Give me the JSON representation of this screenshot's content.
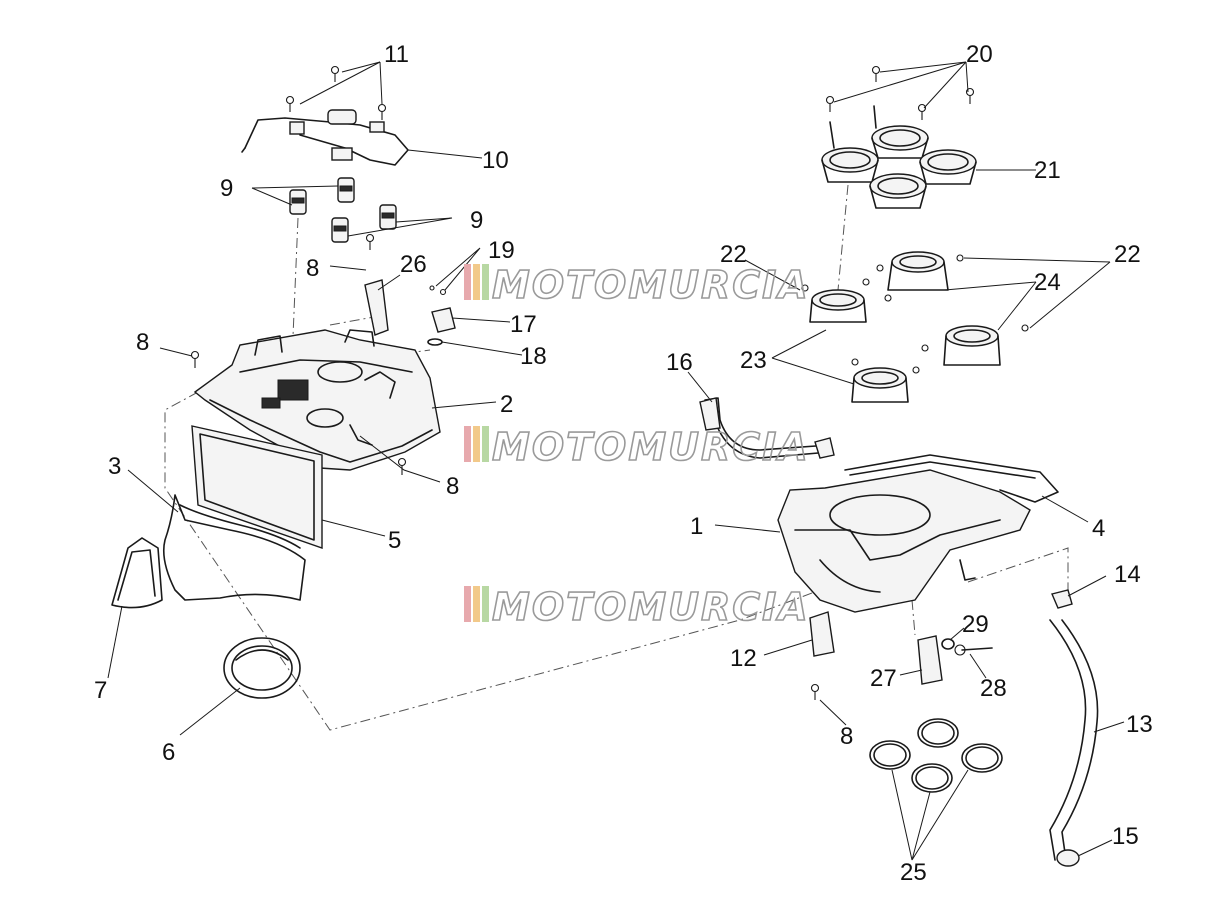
{
  "watermark": {
    "text": "MOTOMURCIA",
    "stripe_colors": [
      "#e7a9ad",
      "#f2c98a",
      "#b8d8a3",
      "#b9b9b9"
    ]
  },
  "callouts": [
    {
      "id": "c1",
      "label": "1"
    },
    {
      "id": "c2",
      "label": "2"
    },
    {
      "id": "c3",
      "label": "3"
    },
    {
      "id": "c4",
      "label": "4"
    },
    {
      "id": "c5",
      "label": "5"
    },
    {
      "id": "c6",
      "label": "6"
    },
    {
      "id": "c7",
      "label": "7"
    },
    {
      "id": "c8a",
      "label": "8"
    },
    {
      "id": "c8b",
      "label": "8"
    },
    {
      "id": "c8c",
      "label": "8"
    },
    {
      "id": "c8d",
      "label": "8"
    },
    {
      "id": "c9a",
      "label": "9"
    },
    {
      "id": "c9b",
      "label": "9"
    },
    {
      "id": "c10",
      "label": "10"
    },
    {
      "id": "c11",
      "label": "11"
    },
    {
      "id": "c12",
      "label": "12"
    },
    {
      "id": "c13",
      "label": "13"
    },
    {
      "id": "c14",
      "label": "14"
    },
    {
      "id": "c15",
      "label": "15"
    },
    {
      "id": "c16",
      "label": "16"
    },
    {
      "id": "c17",
      "label": "17"
    },
    {
      "id": "c18",
      "label": "18"
    },
    {
      "id": "c19",
      "label": "19"
    },
    {
      "id": "c20",
      "label": "20"
    },
    {
      "id": "c21",
      "label": "21"
    },
    {
      "id": "c22a",
      "label": "22"
    },
    {
      "id": "c22b",
      "label": "22"
    },
    {
      "id": "c23",
      "label": "23"
    },
    {
      "id": "c24",
      "label": "24"
    },
    {
      "id": "c25",
      "label": "25"
    },
    {
      "id": "c26",
      "label": "26"
    },
    {
      "id": "c27",
      "label": "27"
    },
    {
      "id": "c28",
      "label": "28"
    },
    {
      "id": "c29",
      "label": "29"
    }
  ]
}
